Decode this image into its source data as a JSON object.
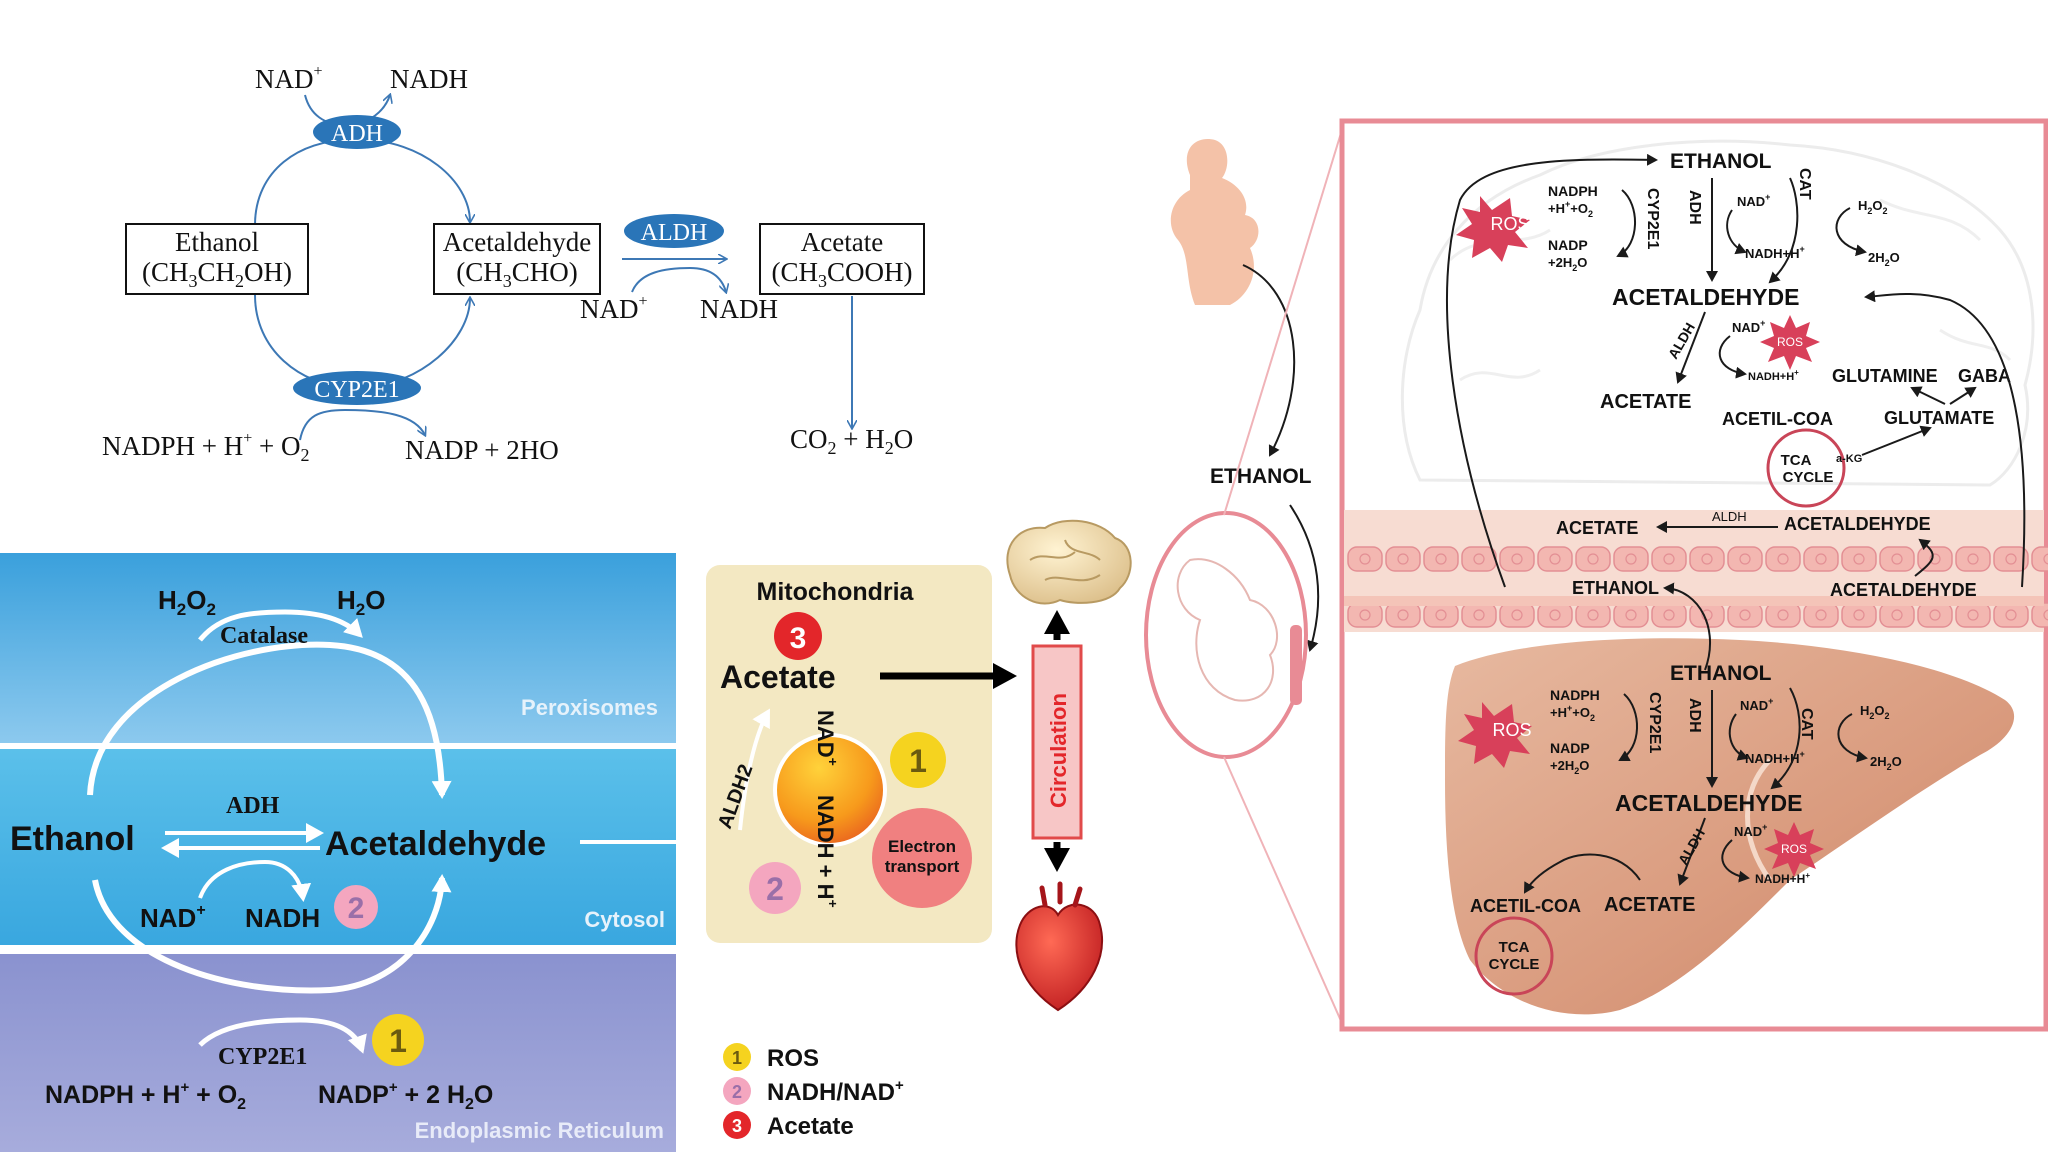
{
  "top_scheme": {
    "nad_plus": "NAD",
    "nadh": "NADH",
    "adh": "ADH",
    "ethanol_line1": "Ethanol",
    "ethanol_line2": "(CH",
    "acetaldehyde_line1": "Acetaldehyde",
    "acetaldehyde_line2": "(CH",
    "aldh": "ALDH",
    "acetate_line1": "Acetate",
    "acetate_line2": "(CH",
    "nad_plus_2": "NAD",
    "nadh_2": "NADH",
    "cyp2e1": "CYP2E1",
    "nadph_left": "NADPH + H",
    "nadp_right": "NADP + 2HO",
    "co2_h2o": "CO"
  },
  "cell_scheme": {
    "h2o2": "H",
    "h2o": "H",
    "catalase": "Catalase",
    "peroxisomes": "Peroxisomes",
    "ethanol": "Ethanol",
    "adh": "ADH",
    "acetaldehyde": "Acetaldehyde",
    "nad_plus": "NAD",
    "nadh": "NADH",
    "badge2": "2",
    "cytosol": "Cytosol",
    "cyp2e1": "CYP2E1",
    "badge1": "1",
    "nadph": "NADPH + H",
    "nadp": "NADP",
    "er": "Endoplasmic Reticulum"
  },
  "mito": {
    "title": "Mitochondria",
    "badge3": "3",
    "acetate": "Acetate",
    "aldh2": "ALDH2",
    "nad_plus": "NAD",
    "nadh": "NADH + H",
    "badge1": "1",
    "badge2": "2",
    "electron1": "Electron",
    "electron2": "transport",
    "circulation": "Circulation"
  },
  "legend": [
    {
      "num": "1",
      "label": "ROS",
      "color": "#f5d31f"
    },
    {
      "num": "2",
      "label": "NADH/NAD",
      "color": "#f4a6bf"
    },
    {
      "num": "3",
      "label": "Acetate",
      "color": "#e3262a"
    }
  ],
  "body_panel": {
    "ethanol": "ETHANOL"
  },
  "brain_panel": {
    "ethanol": "ETHANOL",
    "nadph": "NADPH",
    "h_o2": "+H",
    "nadp": "NADP",
    "h2o_2": "+2H",
    "ros": "ROS",
    "cyp2e1": "CYP2E1",
    "adh": "ADH",
    "nad": "NAD",
    "nadh_h": "NADH+H",
    "cat": "CAT",
    "h2o2": "H",
    "h2o_out": "2H",
    "acetaldehyde": "ACETALDEHYDE",
    "aldh": "ALDH",
    "nad2": "NAD",
    "nadh2": "NADH+H",
    "ros2": "ROS",
    "acetate": "ACETATE",
    "acetil_coa": "ACETIL-COA",
    "glutamine": "GLUTAMINE",
    "gaba": "GABA",
    "glutamate": "GLUTAMATE",
    "tca1": "TCA",
    "tca2": "CYCLE",
    "akg": "a-KG"
  },
  "barrier": {
    "acetate": "ACETATE",
    "aldh": "ALDH",
    "acetaldehyde_top": "ACETALDEHYDE",
    "ethanol": "ETHANOL",
    "acetaldehyde_bottom": "ACETALDEHYDE"
  },
  "liver_panel": {
    "ethanol": "ETHANOL",
    "nadph": "NADPH",
    "h_o2": "+H",
    "nadp": "NADP",
    "h2o_2": "+2H",
    "ros": "ROS",
    "cyp2e1": "CYP2E1",
    "adh": "ADH",
    "nad": "NAD",
    "nadh_h": "NADH+H",
    "cat": "CAT",
    "h2o2": "H",
    "h2o_out": "2H",
    "acetaldehyde": "ACETALDEHYDE",
    "aldh": "ALDH",
    "nad2": "NAD",
    "nadh2": "NADH+H",
    "ros2": "ROS",
    "acetil_coa": "ACETIL-COA",
    "acetate": "ACETATE",
    "tca1": "TCA",
    "tca2": "CYCLE"
  }
}
